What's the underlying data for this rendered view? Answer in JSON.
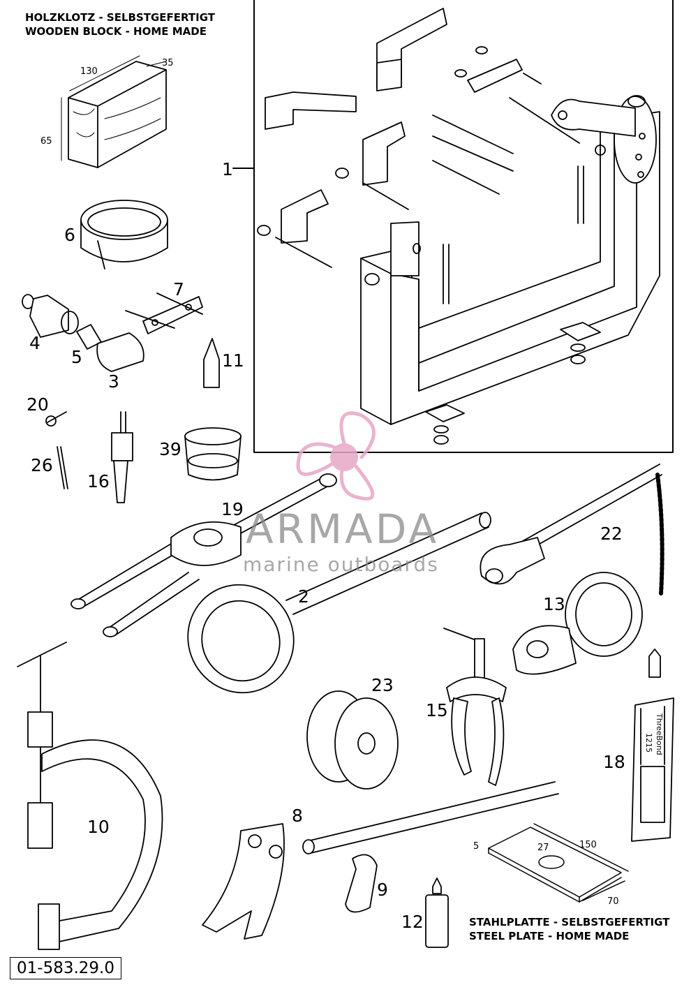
{
  "notes": {
    "wooden_block_de": "HOLZKLOTZ - SELBSTGEFERTIGT",
    "wooden_block_en": "WOODEN BLOCK - HOME MADE",
    "steel_plate_de": "STAHLPLATTE - SELBSTGEFERTIGT",
    "steel_plate_en": "STEEL PLATE - HOME MADE"
  },
  "dimensions": {
    "block_length": "130",
    "block_depth": "35",
    "block_height": "65",
    "plate_thickness": "5",
    "plate_hole": "27",
    "plate_length": "150",
    "plate_width": "70"
  },
  "callouts": {
    "p1": "1",
    "p2": "2",
    "p3": "3",
    "p4": "4",
    "p5": "5",
    "p6": "6",
    "p7": "7",
    "p8": "8",
    "p9": "9",
    "p10": "10",
    "p11": "11",
    "p12": "12",
    "p13": "13",
    "p15": "15",
    "p16": "16",
    "p18": "18",
    "p19": "19",
    "p20": "20",
    "p22": "22",
    "p23": "23",
    "p26": "26",
    "p39": "39"
  },
  "tube_label": {
    "brand": "ThreeBond",
    "code": "1215"
  },
  "watermark": {
    "name": "ARMADA",
    "tagline": "marine outboards",
    "color": "#e7a6c6"
  },
  "part_number": "01-583.29.0"
}
